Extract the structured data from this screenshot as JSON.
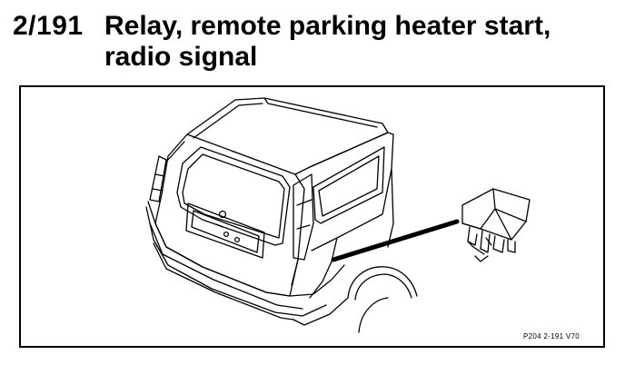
{
  "component": {
    "ref_code": "2/191",
    "title_line1": "Relay, remote parking heater start,",
    "title_line2": "radio signal"
  },
  "figure": {
    "figure_ref": "P204 2-191  V70",
    "subject": "rear-of-car-with-relay"
  }
}
